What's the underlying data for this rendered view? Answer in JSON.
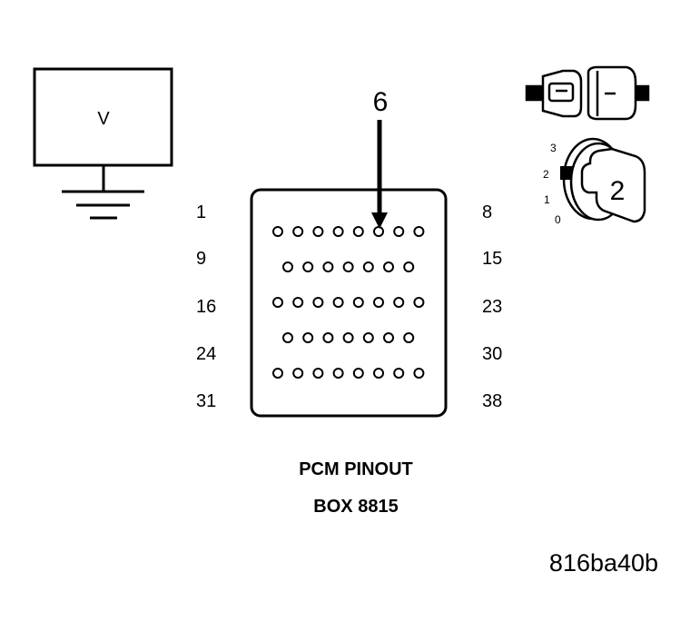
{
  "voltmeter": {
    "label": "V"
  },
  "connector": {
    "pin_callout": "6",
    "called_out_pin": 6,
    "row_counts": [
      8,
      7,
      8,
      7,
      8
    ],
    "left_pin_numbers": [
      "1",
      "9",
      "16",
      "24",
      "31"
    ],
    "right_pin_numbers": [
      "8",
      "15",
      "23",
      "30",
      "38"
    ]
  },
  "ignition": {
    "positions": [
      "3",
      "2",
      "1",
      "0"
    ],
    "selected_position": "2",
    "key_label": "2"
  },
  "caption": {
    "line1": "PCM PINOUT",
    "line2": "BOX 8815"
  },
  "figure_id": "816ba40b"
}
